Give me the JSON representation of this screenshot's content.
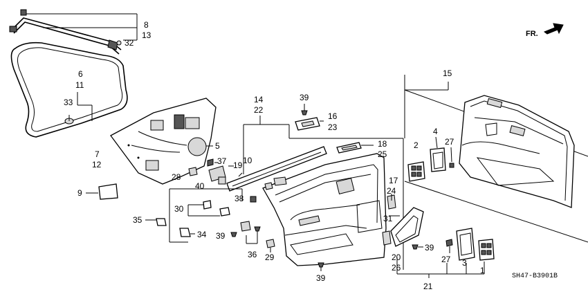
{
  "parts": {
    "p1": "1",
    "p2": "2",
    "p3": "3",
    "p4": "4",
    "p5": "5",
    "p6": "6",
    "p7": "7",
    "p8": "8",
    "p9": "9",
    "p10": "10",
    "p11": "11",
    "p12": "12",
    "p13": "13",
    "p14": "14",
    "p15": "15",
    "p16": "16",
    "p17": "17",
    "p18": "18",
    "p19": "19",
    "p20": "20",
    "p21": "21",
    "p22": "22",
    "p23": "23",
    "p24": "24",
    "p25": "25",
    "p26": "26",
    "p27a": "27",
    "p27b": "27",
    "p28": "28",
    "p29": "29",
    "p30": "30",
    "p31": "31",
    "p32": "32",
    "p33": "33",
    "p34": "34",
    "p35": "35",
    "p36": "36",
    "p37": "37",
    "p38": "38",
    "p39a": "39",
    "p39b": "39",
    "p39c": "39",
    "p39d": "39",
    "p40": "40"
  },
  "direction_label": "FR.",
  "diagram_code": "SH47-B3901B"
}
